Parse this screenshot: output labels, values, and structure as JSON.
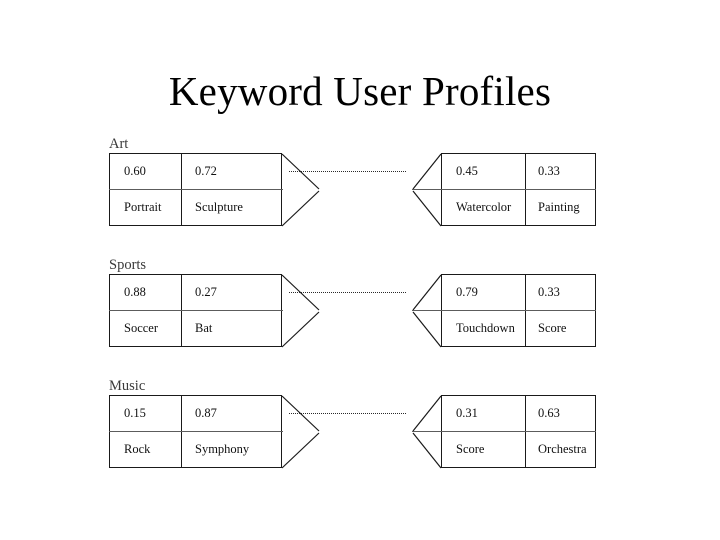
{
  "slide": {
    "title": "Keyword User Profiles",
    "background_color": "#ffffff",
    "text_color": "#000000",
    "rule_color": "#5c5c5c",
    "border_color": "#1a1a1a",
    "label_color": "#3a3a3a"
  },
  "groups": [
    {
      "label": "Art",
      "left_profile": {
        "scores": [
          "0.60",
          "0.72"
        ],
        "keywords": [
          "Portrait",
          "Sculpture"
        ]
      },
      "right_profile": {
        "scores": [
          "0.45",
          "0.33"
        ],
        "keywords": [
          "Watercolor",
          "Painting"
        ]
      }
    },
    {
      "label": "Sports",
      "left_profile": {
        "scores": [
          "0.88",
          "0.27"
        ],
        "keywords": [
          "Soccer",
          "Bat"
        ]
      },
      "right_profile": {
        "scores": [
          "0.79",
          "0.33"
        ],
        "keywords": [
          "Touchdown",
          "Score"
        ]
      }
    },
    {
      "label": "Music",
      "left_profile": {
        "scores": [
          "0.15",
          "0.87"
        ],
        "keywords": [
          "Rock",
          "Symphony"
        ]
      },
      "right_profile": {
        "scores": [
          "0.31",
          "0.63"
        ],
        "keywords": [
          "Score",
          "Orchestra"
        ]
      }
    }
  ],
  "chart_data": {
    "type": "table",
    "title": "Keyword User Profiles",
    "description": "Three keyword user profile pairs, each pair linked by a dotted connector between two two-column score/keyword tables.",
    "columns": [
      "score_1",
      "keyword_1",
      "score_2",
      "keyword_2"
    ],
    "groups": [
      {
        "category": "Art",
        "profile_a": {
          "keywords": [
            "Portrait",
            "Sculpture"
          ],
          "scores": [
            0.6,
            0.72
          ]
        },
        "profile_b": {
          "keywords": [
            "Watercolor",
            "Painting"
          ],
          "scores": [
            0.45,
            0.33
          ]
        }
      },
      {
        "category": "Sports",
        "profile_a": {
          "keywords": [
            "Soccer",
            "Bat"
          ],
          "scores": [
            0.88,
            0.27
          ]
        },
        "profile_b": {
          "keywords": [
            "Touchdown",
            "Score"
          ],
          "scores": [
            0.79,
            0.33
          ]
        }
      },
      {
        "category": "Music",
        "profile_a": {
          "keywords": [
            "Rock",
            "Symphony"
          ],
          "scores": [
            0.15,
            0.87
          ]
        },
        "profile_b": {
          "keywords": [
            "Score",
            "Orchestra"
          ],
          "scores": [
            0.31,
            0.63
          ]
        }
      }
    ]
  }
}
